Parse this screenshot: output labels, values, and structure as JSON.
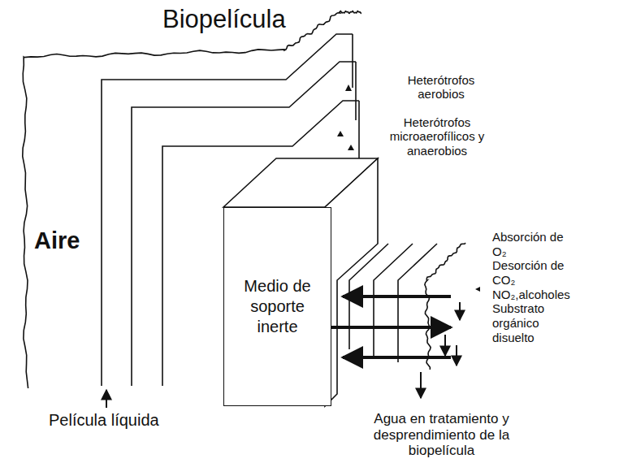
{
  "diagram": {
    "title": "Biopelícula",
    "nodes": [
      {
        "text": [
          "Medio de soporte inerte"
        ]
      }
    ],
    "labels": [
      "Heterótrofos aerobios",
      "Heterótrofos microaerofílicos y anaerobios",
      "Aire",
      "Absorción de O₂",
      "Desorción de CO₂",
      "NO₂,alcoholes",
      "Substrato orgánico disuelto",
      "Película líquida",
      "Agua en tratamiento y desprendimiento de la biopelícula"
    ]
  }
}
